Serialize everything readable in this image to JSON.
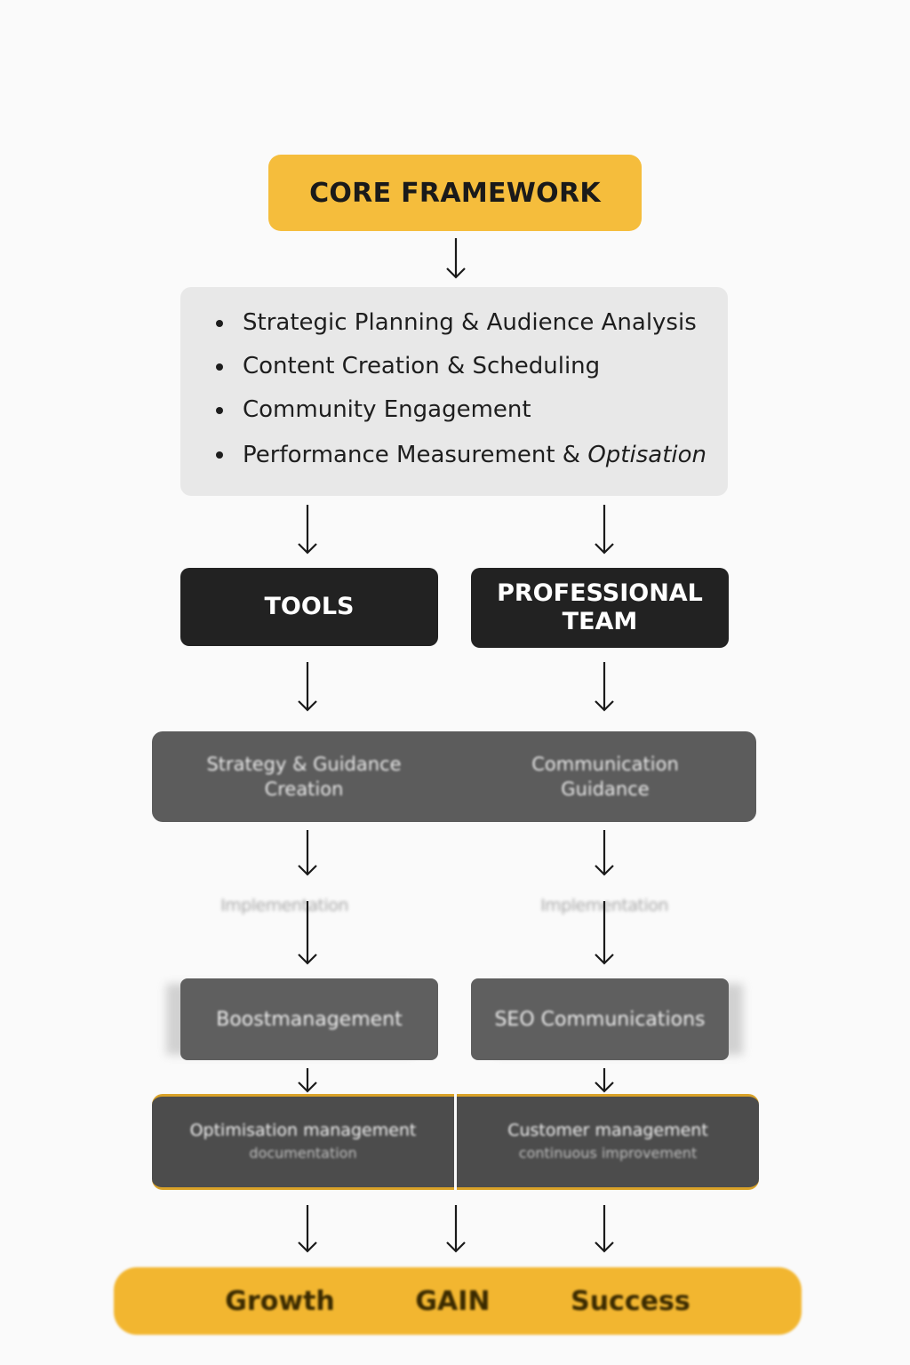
{
  "diagram": {
    "core_title": "CORE FRAMEWORK",
    "core_items": [
      "Strategic Planning & Audience Analysis",
      "Content Creation & Scheduling",
      "Community Engagement",
      "Performance Measurement & Optisation"
    ],
    "branches": {
      "tools": "TOOLS",
      "team_line1": "PROFESSIONAL",
      "team_line2": "TEAM"
    },
    "level1": {
      "left_line1": "Strategy & Guidance",
      "left_line2": "Creation",
      "right_line1": "Communication",
      "right_line2": "Guidance"
    },
    "level2": {
      "left": "Implementation",
      "right": "Implementation"
    },
    "level3": {
      "left": "Boostmanagement",
      "right": "SEO Communications"
    },
    "level4": {
      "left_line1": "Optimisation management",
      "left_line2": "documentation",
      "right_line1": "Customer management",
      "right_line2": "continuous improvement"
    },
    "footer": {
      "item1": "Growth",
      "item2": "GAIN",
      "item3": "Success"
    },
    "colors": {
      "accent": "#f5bd3c",
      "dark": "#222222",
      "gray": "#5c5c5c",
      "light_panel": "#e8e8e8"
    }
  }
}
